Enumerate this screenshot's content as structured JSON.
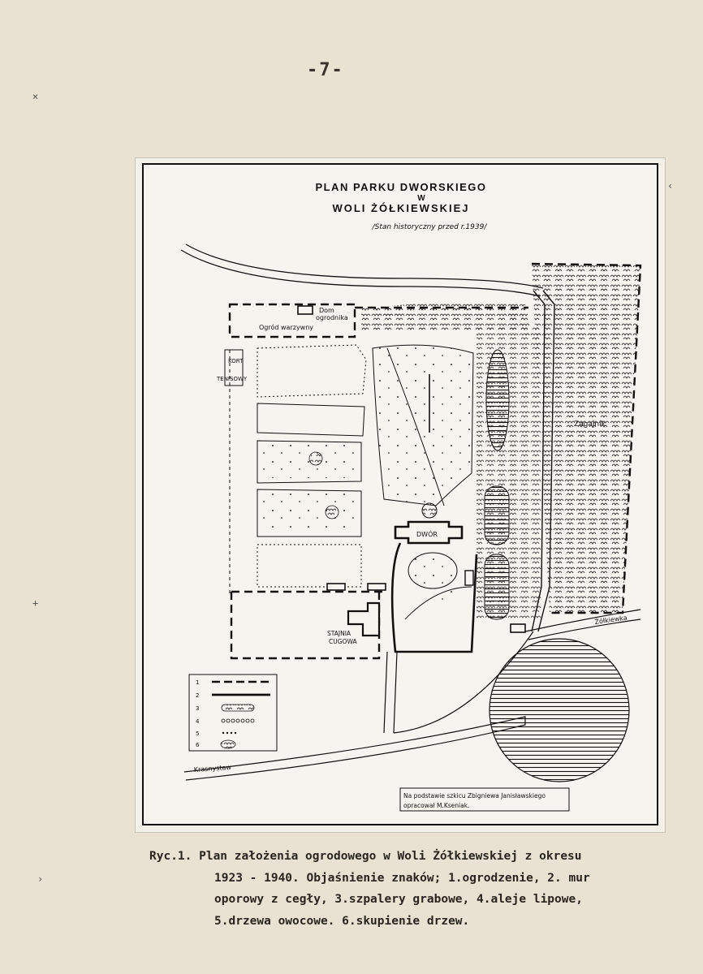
{
  "page_number": "-7-",
  "map": {
    "title_line1": "PLAN PARKU DWORSKIEGO",
    "title_line2": "W",
    "title_line3": "WOLI ŻÓŁKIEWSKIEJ",
    "subtitle": "/Stan historyczny przed r.1939/",
    "labels": {
      "dom_ogrodnika_1": "Dom",
      "dom_ogrodnika_2": "ogrodnika",
      "ogrod_warzywny": "Ogród warzywny",
      "kort_1": "KORT",
      "kort_2": "TENISOWY",
      "zagajnik": "Zagajnik",
      "dwor": "DWÓR",
      "stajnia_1": "STAJNIA",
      "stajnia_2": "CUGOWA",
      "zolkiewka": "Żółkiewka",
      "krasnystaw": "Krasnystaw"
    },
    "legend": [
      "1",
      "2",
      "3",
      "4",
      "5",
      "6"
    ],
    "credit_line1": "Na podstawie szkicu Zbigniewa Janisławskiego",
    "credit_line2": "opracował   M.Kseniak."
  },
  "caption": {
    "line1": "Ryc.1. Plan założenia ogrodowego w Woli Żółkiewskiej z okresu",
    "line2": "1923 - 1940. Objaśnienie znaków; 1.ogrodzenie, 2. mur",
    "line3": "oporowy z cegły, 3.szpalery grabowe, 4.aleje lipowe,",
    "line4": "5.drzewa owocowe. 6.skupienie drzew."
  }
}
